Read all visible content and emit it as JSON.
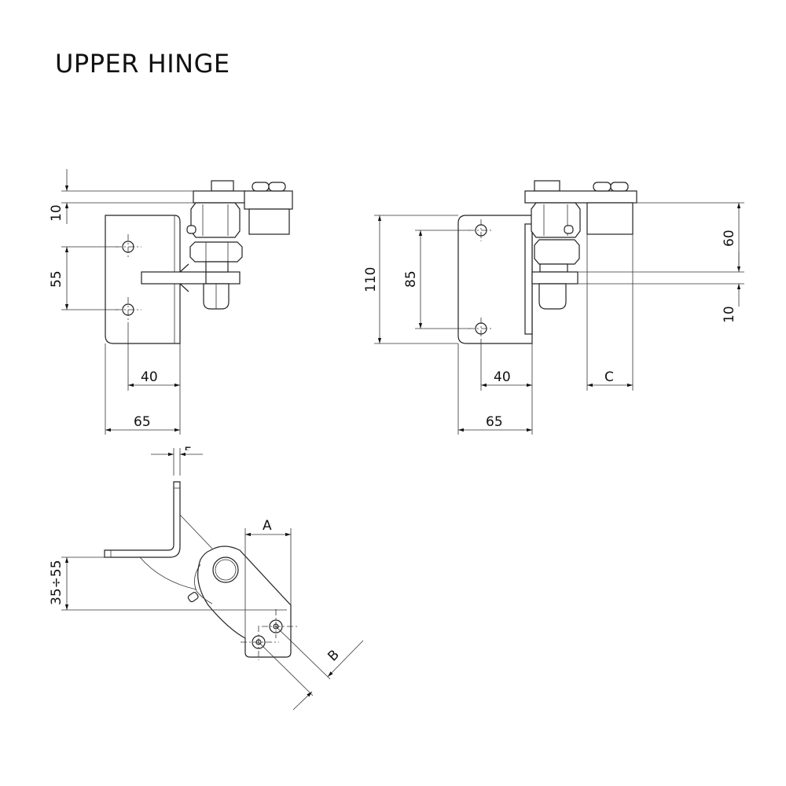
{
  "title": "UPPER HINGE",
  "front_view": {
    "dim_top": "10",
    "dim_holes": "55",
    "dim_hole_offset": "40",
    "dim_width": "65"
  },
  "side_view": {
    "dim_height": "110",
    "dim_holes": "85",
    "dim_hole_offset": "40",
    "dim_width": "65",
    "dim_c": "C",
    "dim_60": "60",
    "dim_10": "10"
  },
  "top_view": {
    "dim_thickness": "5",
    "dim_range": "35÷55",
    "dim_a": "A",
    "dim_b": "B"
  }
}
